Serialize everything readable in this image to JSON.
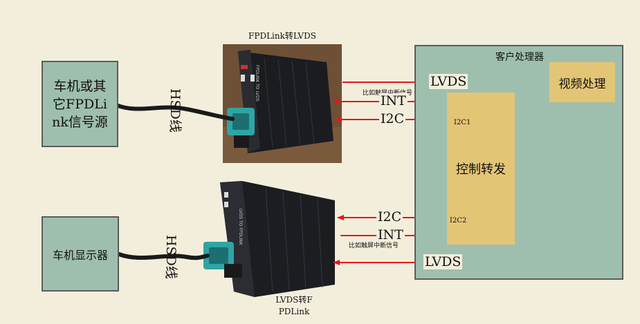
{
  "source_top": "车机或其它FPDLink信号源",
  "display_bottom": "车机显示器",
  "hsd_top": "HSD线",
  "hsd_bottom": "HSD线",
  "converter_top": "FPDLink转LVDS",
  "converter_top_face": "FPDLINK TO LVDS",
  "converter_bottom": "LVDS转FPDLink",
  "converter_bottom_face": "LVDS TO FPDLINK",
  "customer_title": "客户处理器",
  "video_proc": "视频处理",
  "control_forward": "控制转发",
  "i2c1": "I2C1",
  "i2c2": "I2C2",
  "sig_lvds_top": "LVDS",
  "sig_int_top": "INT",
  "sig_i2c_top": "I2C",
  "note_top": "比如触屏中断信号",
  "sig_i2c_bottom": "I2C",
  "sig_int_bottom": "INT",
  "note_bottom": "比如触屏中断信号",
  "sig_lvds_bottom": "LVDS",
  "colors": {
    "arrow": "#e8141b",
    "green": "#9fbfae",
    "yellow": "#e3c576",
    "bg": "#f3eedc"
  }
}
